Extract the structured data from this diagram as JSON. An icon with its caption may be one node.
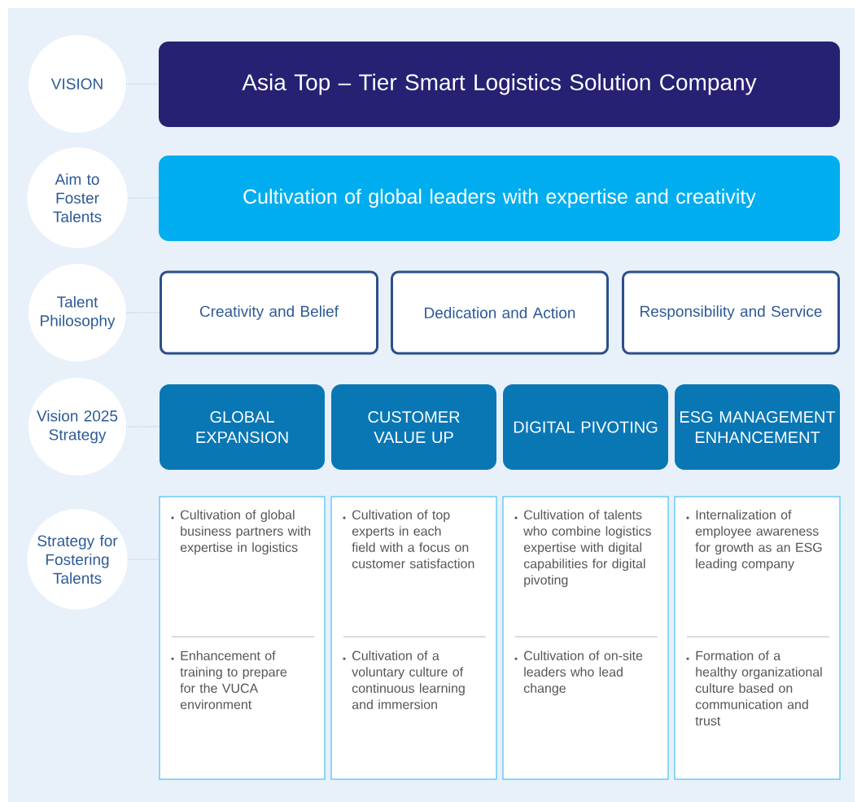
{
  "diagram": {
    "nodes": [
      {
        "text": [
          "VISION"
        ]
      },
      {
        "text": [
          "Asia Top – Tier Smart Logistics Solution Company"
        ]
      },
      {
        "text": [
          "Aim to Foster Talents"
        ]
      },
      {
        "text": [
          "Cultivation of global leaders with expertise and creativity"
        ]
      },
      {
        "text": [
          "Talent Philosophy"
        ]
      },
      {
        "text": [
          "Creativity and Belief"
        ]
      },
      {
        "text": [
          "Dedication and Action"
        ]
      },
      {
        "text": [
          "Responsibility and Service"
        ]
      },
      {
        "text": [
          "Vision 2025 Strategy"
        ]
      },
      {
        "text": [
          "GLOBAL EXPANSION"
        ]
      },
      {
        "text": [
          "CUSTOMER VALUE UP"
        ]
      },
      {
        "text": [
          "DIGITAL PIVOTING"
        ]
      },
      {
        "text": [
          "ESG MANAGEMENT ENHANCEMENT"
        ]
      },
      {
        "text": [
          "Strategy for Fostering Talents"
        ]
      },
      {
        "text": [
          "Cultivation of global business partners with expertise in logistics",
          "Enhancement of training to prepare for the VUCA environment"
        ]
      },
      {
        "text": [
          "Cultivation of top experts in each field with a focus on customer satisfaction",
          "Cultivation of a voluntary culture of continuous learning and immersion"
        ]
      },
      {
        "text": [
          "Cultivation of talents who combine logistics expertise with digital capabilities for digital pivoting",
          "Cultivation of on-site leaders who lead change"
        ]
      },
      {
        "text": [
          "Internalization of employee awareness for growth as an ESG leading company",
          "Formation of a healthy organizational culture based on communication and trust"
        ]
      }
    ],
    "edges": [
      {
        "from": 0,
        "to": 1,
        "arrow": "none",
        "style": "dashed"
      },
      {
        "from": 2,
        "to": 3,
        "arrow": "none",
        "style": "dashed"
      },
      {
        "from": 4,
        "to": 5,
        "arrow": "none",
        "style": "dashed"
      },
      {
        "from": 8,
        "to": 9,
        "arrow": "none",
        "style": "dashed"
      },
      {
        "from": 13,
        "to": 14,
        "arrow": "none",
        "style": "dashed"
      }
    ]
  }
}
